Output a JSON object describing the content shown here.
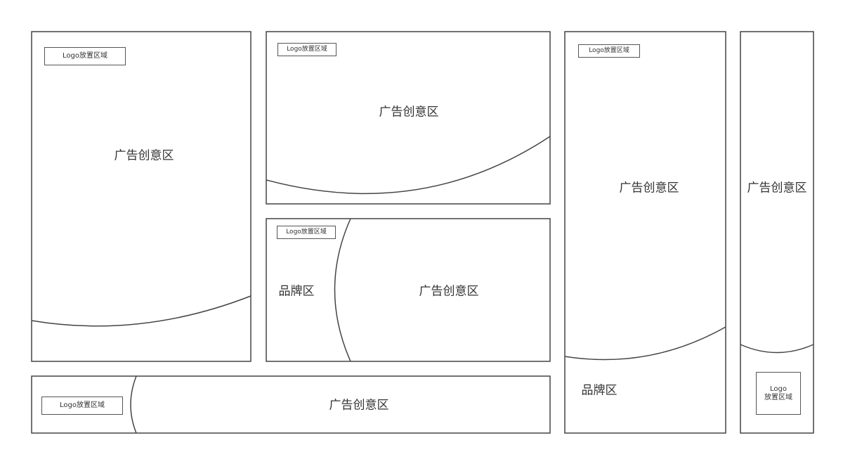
{
  "labels": {
    "logo_area": "Logo放置区域",
    "logo_word": "Logo",
    "logo_area_sub": "放置区域",
    "ad_area": "广告创意区",
    "brand_area": "品牌区"
  },
  "layouts": [
    {
      "id": "tall-left",
      "regions": [
        "logo_area",
        "ad_area"
      ]
    },
    {
      "id": "wide-top",
      "regions": [
        "logo_area",
        "ad_area"
      ]
    },
    {
      "id": "split-brand",
      "regions": [
        "logo_area",
        "brand_area",
        "ad_area"
      ]
    },
    {
      "id": "bottom-banner",
      "regions": [
        "logo_area",
        "ad_area"
      ]
    },
    {
      "id": "tall-brand",
      "regions": [
        "logo_area",
        "ad_area",
        "brand_area"
      ]
    },
    {
      "id": "skyscraper",
      "regions": [
        "ad_area",
        "logo_area"
      ]
    }
  ]
}
